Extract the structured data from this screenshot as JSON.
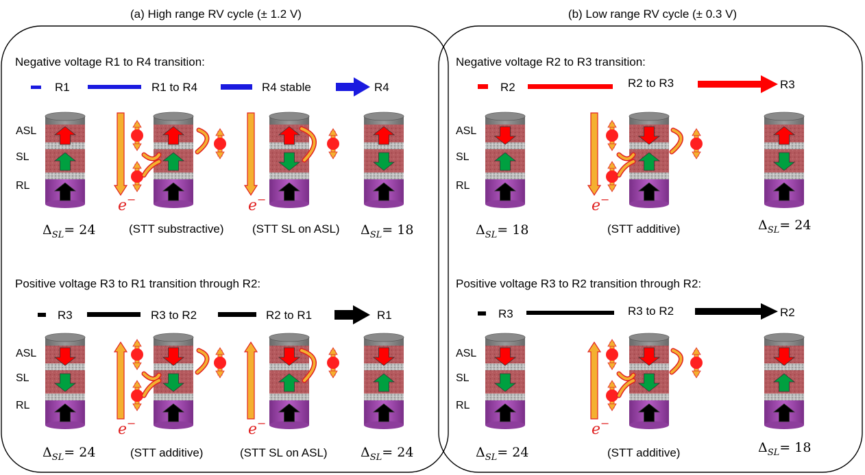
{
  "panel_a": {
    "title": "(a) High range RV cycle (± 1.2 V)",
    "neg": {
      "heading": "Negative voltage R1 to R4 transition:",
      "timeline": [
        "R1",
        "R1 to R4",
        "R4 stable",
        "R4"
      ],
      "layers": [
        "ASL",
        "SL",
        "RL"
      ],
      "delta_left": "= 24",
      "delta_right": "= 18",
      "caption_1": "(STT substractive)",
      "caption_2": "(STT SL on ASL)"
    },
    "pos": {
      "heading": "Positive voltage R3 to R1 transition through R2:",
      "timeline": [
        "R3",
        "R3 to R2",
        "R2 to R1",
        "R1"
      ],
      "layers": [
        "ASL",
        "SL",
        "RL"
      ],
      "delta_left": "= 24",
      "delta_right": "= 24",
      "caption_1": "(STT additive)",
      "caption_2": "(STT SL on ASL)"
    }
  },
  "panel_b": {
    "title": "(b) Low range RV cycle (± 0.3 V)",
    "neg": {
      "heading": "Negative voltage R2 to R3 transition:",
      "timeline": [
        "R2",
        "R2 to R3",
        "R3"
      ],
      "layers": [
        "ASL",
        "SL",
        "RL"
      ],
      "delta_left": "= 18",
      "delta_right": "= 24",
      "caption_1": "(STT additive)"
    },
    "pos": {
      "heading": "Positive voltage R3 to R2 transition through R2:",
      "timeline": [
        "R3",
        "R3 to R2",
        "R2"
      ],
      "layers": [
        "ASL",
        "SL",
        "RL"
      ],
      "delta_left": "= 24",
      "delta_right": "= 18",
      "caption_1": "(STT  additive)"
    }
  },
  "symbols": {
    "delta": "Δ",
    "delta_sub": "SL",
    "electron": "e",
    "electron_sup": "−"
  },
  "colors": {
    "neg_a": "#1a1adf",
    "neg_b": "#ff0000",
    "pos": "#000000",
    "up_red": "#ff0000",
    "up_green": "#00a040",
    "pillar_red": "#b25555",
    "pillar_purple": "#a040b0",
    "current_arrow": "#f4b030",
    "spin_ball": "#ff2020"
  }
}
